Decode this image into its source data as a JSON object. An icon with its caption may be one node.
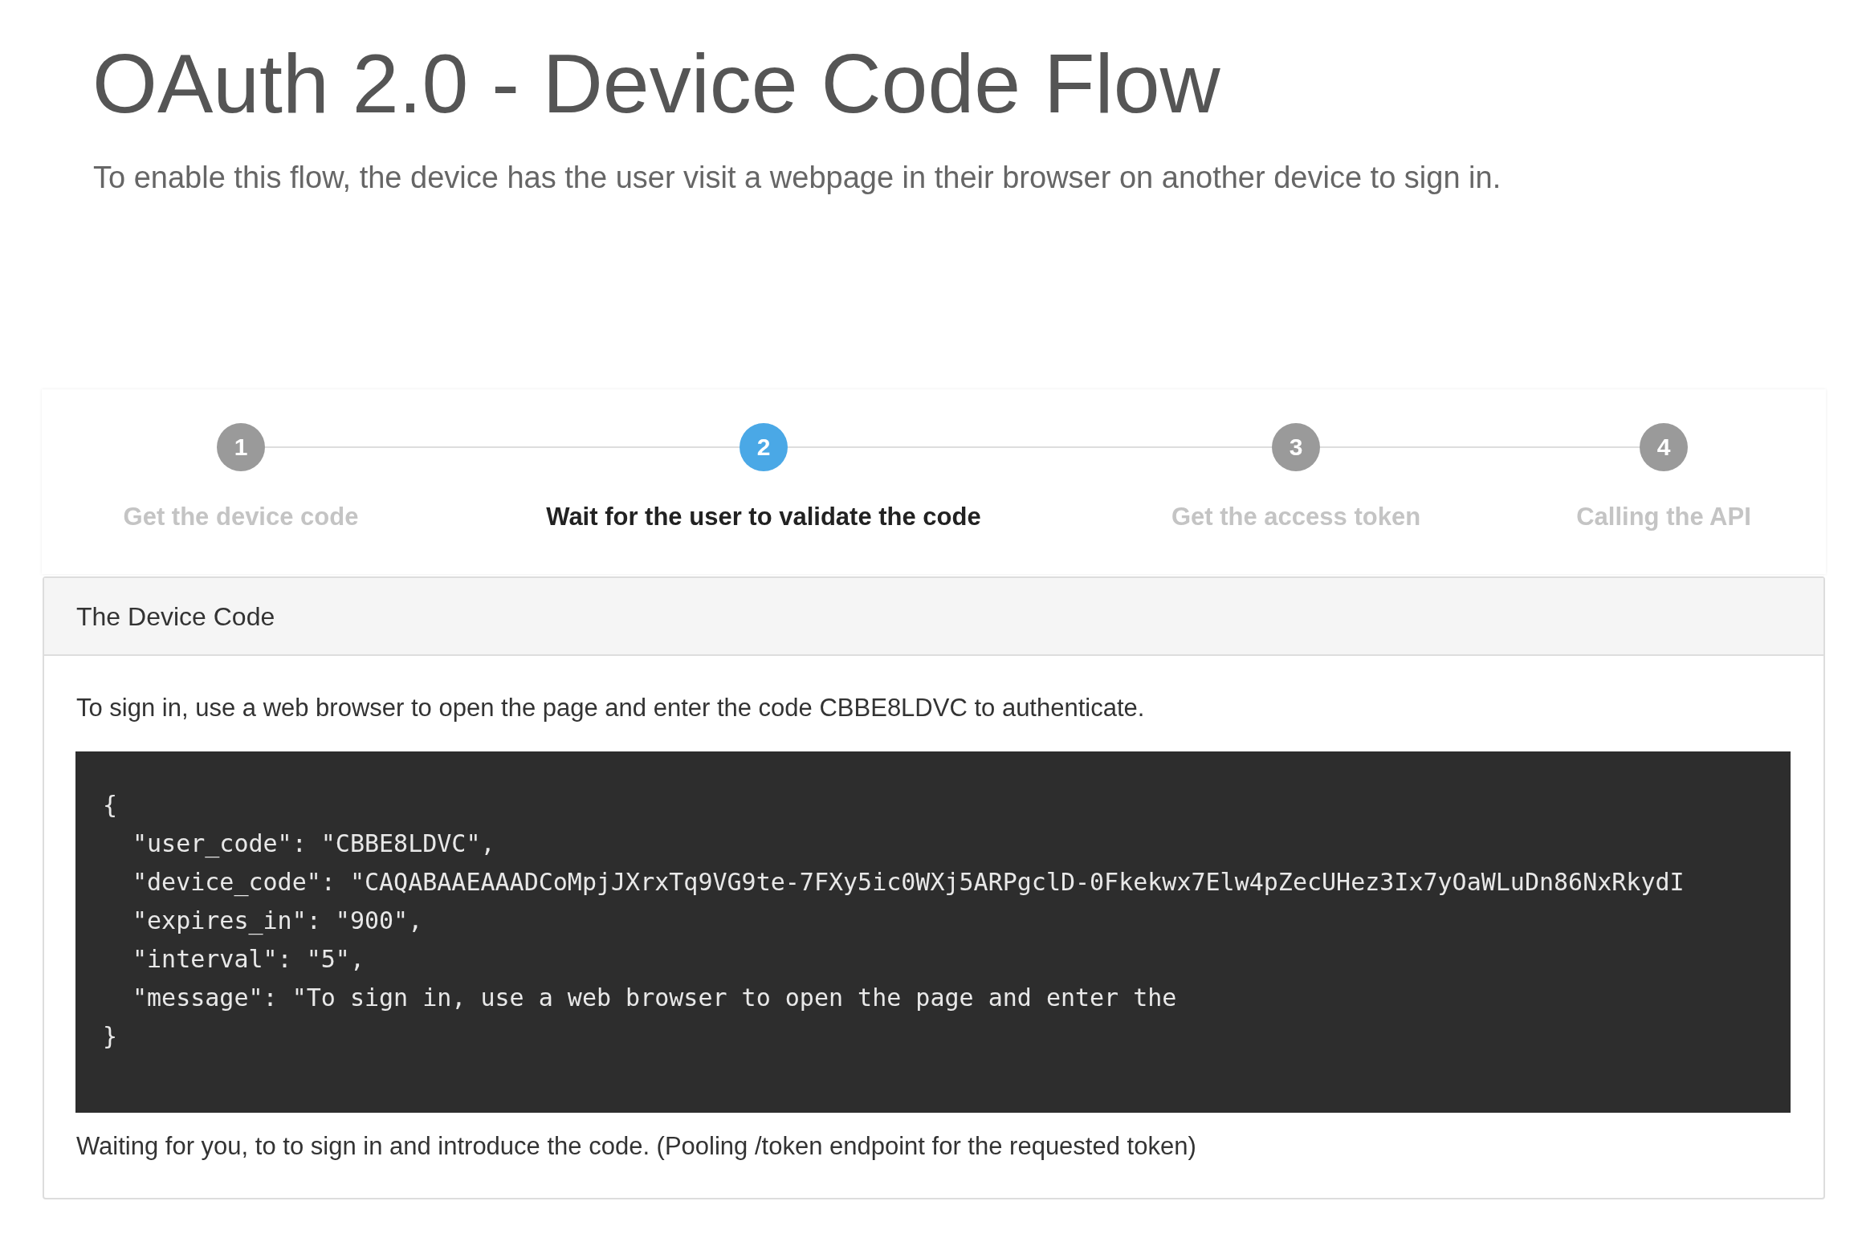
{
  "diagram": {
    "title": "OAuth 2.0 - Device Code Flow",
    "nodes": [
      {
        "text": [
          "1"
        ],
        "beside": [
          "Get the device code"
        ]
      },
      {
        "text": [
          "2"
        ],
        "beside": [
          "Wait for the user to validate the code"
        ]
      },
      {
        "text": [
          "3"
        ],
        "beside": [
          "Get the access token"
        ]
      },
      {
        "text": [
          "4"
        ],
        "beside": [
          "Calling the API"
        ]
      }
    ],
    "edges": [
      {
        "from": 0,
        "to": 1,
        "arrow": "none"
      },
      {
        "from": 1,
        "to": 2,
        "arrow": "none"
      },
      {
        "from": 2,
        "to": 3,
        "arrow": "none"
      }
    ],
    "labels": [
      "To enable this flow, the device has the user visit a webpage in their browser on another device to sign in.",
      "The Device Code",
      "To sign in, use a web browser to open the page and enter the code CBBE8LDVC to authenticate.",
      "{",
      "\"user_code\": \"CBBE8LDVC\",",
      "\"device_code\": \"CAQABAAEAAADCoMpjJXrxTq9VG9te-7FXy5ic0WXj5ARPgclD-0Fkekwx7Elw4pZecUHez3Ix7yOaWLuDn86NxRkydI",
      "\"expires_in\": \"900\",",
      "\"interval\": \"5\",",
      "\"message\": \"To sign in, use a web browser to open the page and enter the",
      "}",
      "Waiting for you, to to sign in and introduce the code. (Pooling /token endpoint for the requested token)"
    ]
  }
}
